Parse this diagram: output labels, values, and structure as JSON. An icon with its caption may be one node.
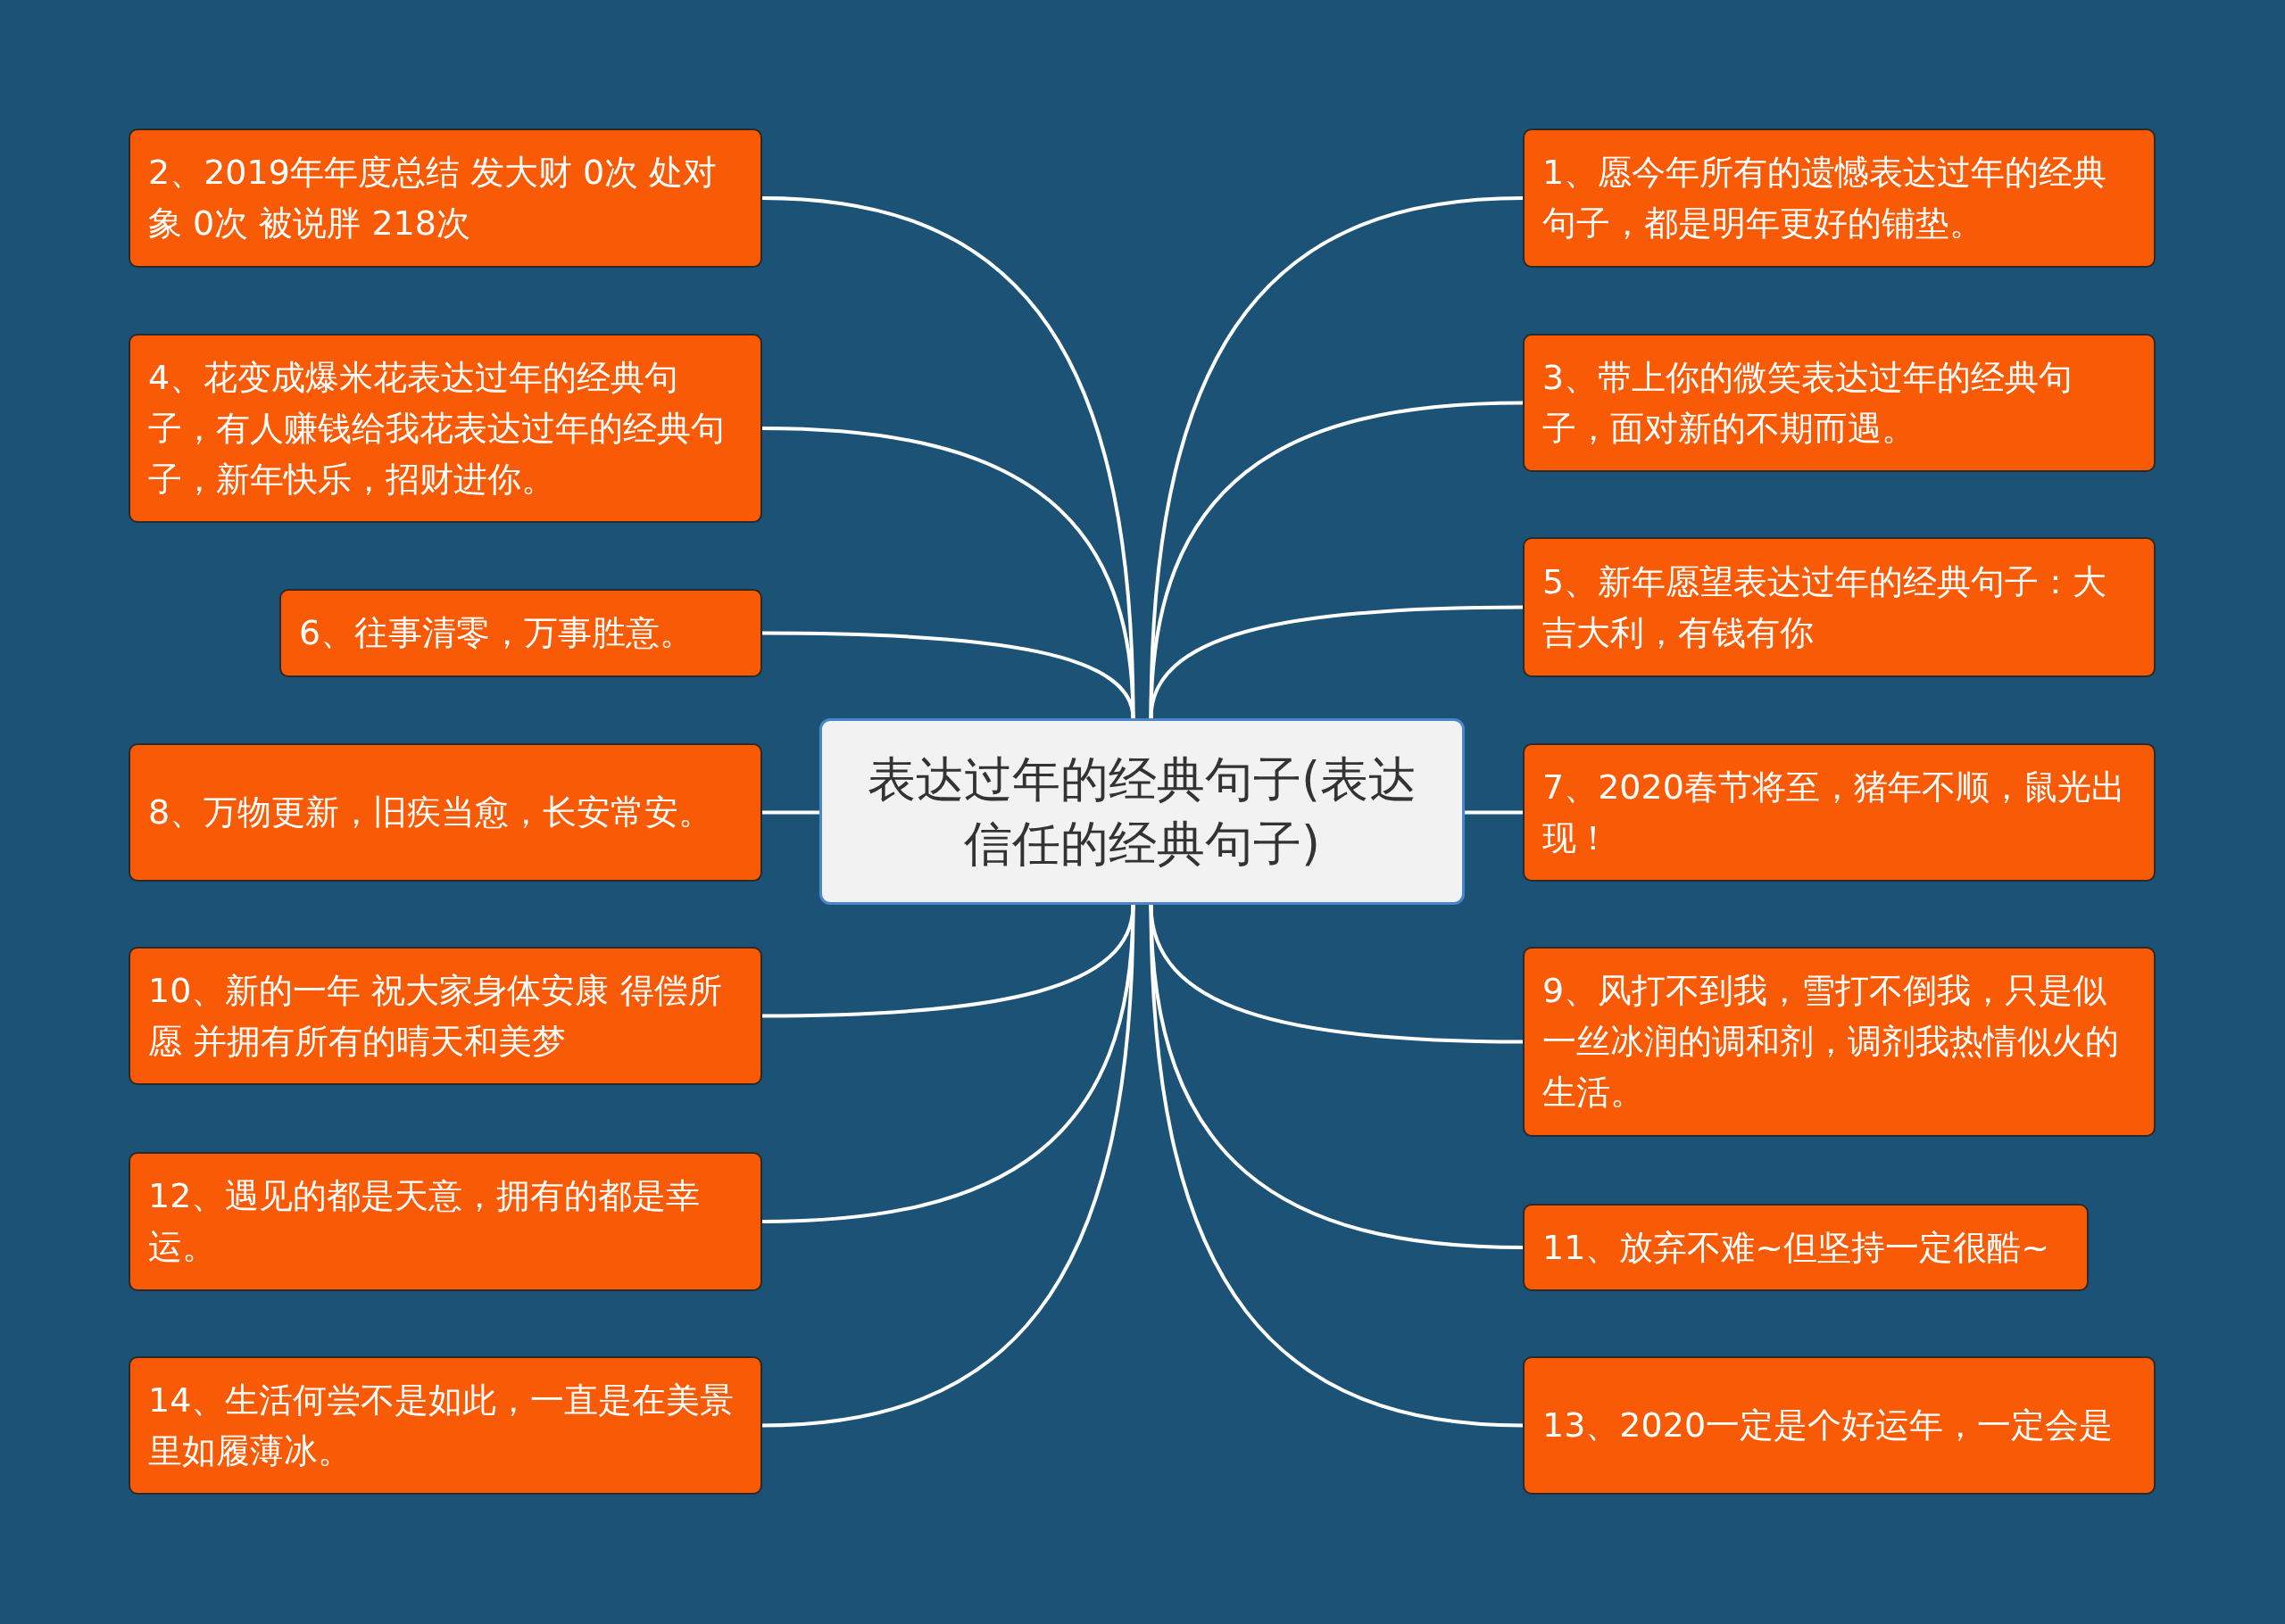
{
  "diagram": {
    "nodes": [
      {
        "text": [
          "表达过年的经典句子(表达信任的经典句子)"
        ]
      },
      {
        "text": [
          "1、愿今年所有的遗憾表达过年的经典句子，都是明年更好的铺垫。"
        ]
      },
      {
        "text": [
          "2、2019年年度总结 发大财 0次 处对象 0次 被说胖 218次"
        ]
      },
      {
        "text": [
          "3、带上你的微笑表达过年的经典句子，面对新的不期而遇。"
        ]
      },
      {
        "text": [
          "4、花变成爆米花表达过年的经典句子，有人赚钱给我花表达过年的经典句子，新年快乐，招财进你。"
        ]
      },
      {
        "text": [
          "5、新年愿望表达过年的经典句子：大吉大利，有钱有你"
        ]
      },
      {
        "text": [
          "6、往事清零，万事胜意。"
        ]
      },
      {
        "text": [
          "7、2020春节将至，猪年不顺，鼠光出现！"
        ]
      },
      {
        "text": [
          "8、万物更新，旧疾当愈，长安常安。"
        ]
      },
      {
        "text": [
          "9、风打不到我，雪打不倒我，只是似一丝冰润的调和剂，调剂我热情似火的生活。"
        ]
      },
      {
        "text": [
          "10、新的一年 祝大家身体安康 得偿所愿 并拥有所有的晴天和美梦"
        ]
      },
      {
        "text": [
          "11、放弃不难~但坚持一定很酷~"
        ]
      },
      {
        "text": [
          "12、遇见的都是天意，拥有的都是幸运。"
        ]
      },
      {
        "text": [
          "13、2020一定是个好运年，一定会是"
        ]
      },
      {
        "text": [
          "14、生活何尝不是如此，一直是在美景里如履薄冰。"
        ]
      }
    ],
    "edges": [
      {
        "from": 0,
        "to": 1,
        "arrow": "none"
      },
      {
        "from": 0,
        "to": 2,
        "arrow": "none"
      },
      {
        "from": 0,
        "to": 3,
        "arrow": "none"
      },
      {
        "from": 0,
        "to": 4,
        "arrow": "none"
      },
      {
        "from": 0,
        "to": 5,
        "arrow": "none"
      },
      {
        "from": 0,
        "to": 6,
        "arrow": "none"
      },
      {
        "from": 0,
        "to": 7,
        "arrow": "none"
      },
      {
        "from": 0,
        "to": 8,
        "arrow": "none"
      },
      {
        "from": 0,
        "to": 9,
        "arrow": "none"
      },
      {
        "from": 0,
        "to": 10,
        "arrow": "none"
      },
      {
        "from": 0,
        "to": 11,
        "arrow": "none"
      },
      {
        "from": 0,
        "to": 12,
        "arrow": "none"
      },
      {
        "from": 0,
        "to": 13,
        "arrow": "none"
      },
      {
        "from": 0,
        "to": 14,
        "arrow": "none"
      }
    ]
  }
}
